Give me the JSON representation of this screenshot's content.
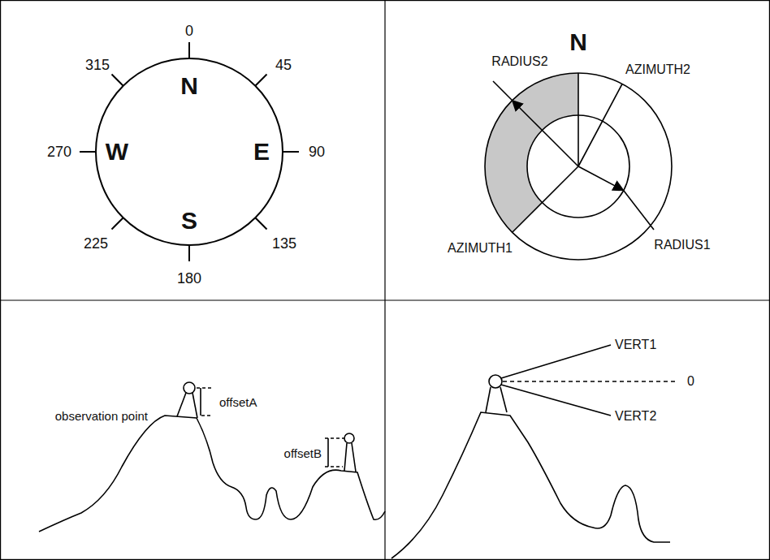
{
  "diagram": {
    "labels": [
      "0",
      "45",
      "90",
      "135",
      "180",
      "225",
      "270",
      "315",
      "N",
      "E",
      "S",
      "W",
      "N",
      "RADIUS2",
      "AZIMUTH2",
      "AZIMUTH1",
      "RADIUS1",
      "offsetA",
      "observation point",
      "offsetB",
      "VERT1",
      "0",
      "VERT2"
    ]
  }
}
